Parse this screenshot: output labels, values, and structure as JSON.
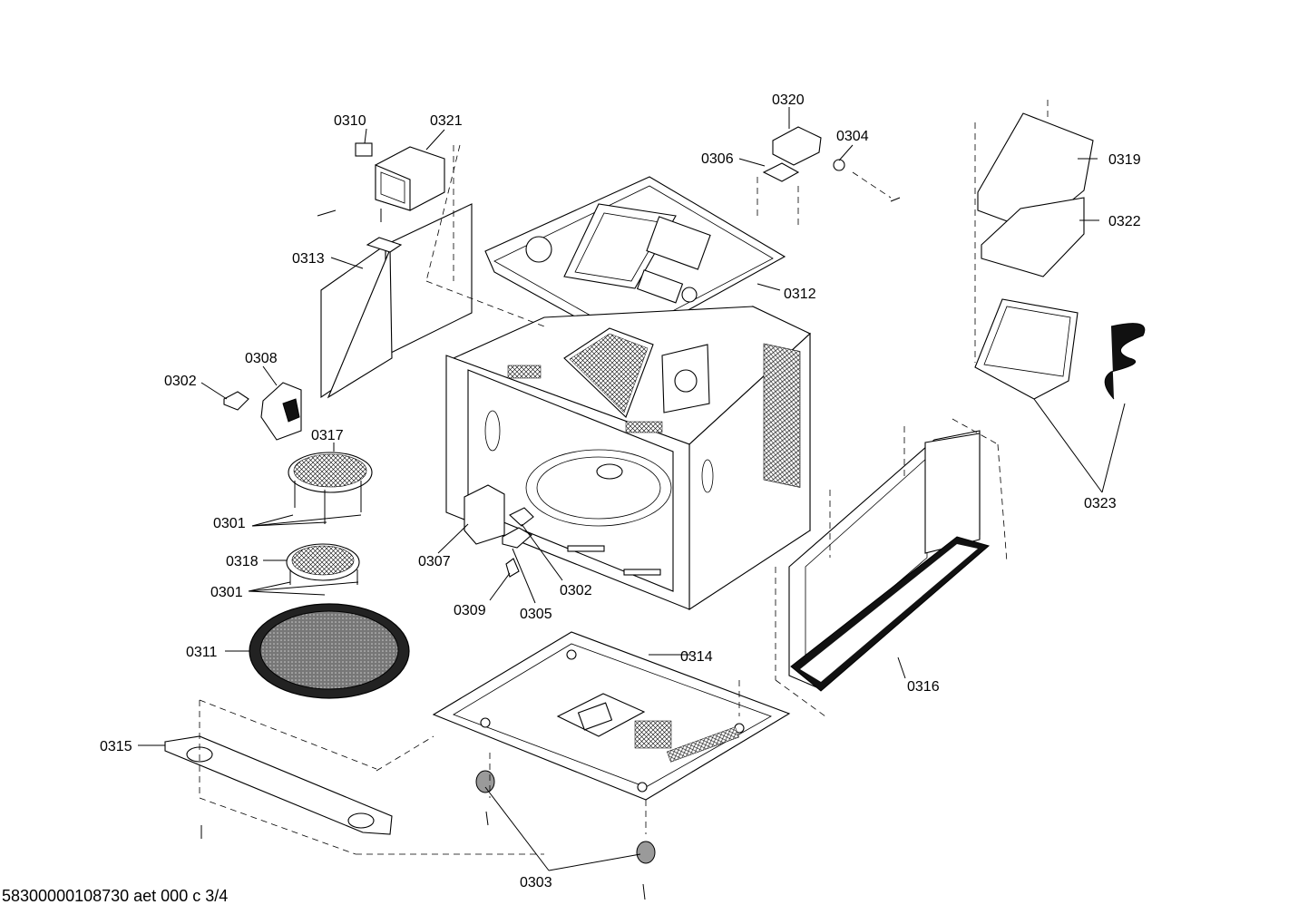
{
  "diagram": {
    "callouts": [
      {
        "id": "0310",
        "label": "0310"
      },
      {
        "id": "0321",
        "label": "0321"
      },
      {
        "id": "0320",
        "label": "0320"
      },
      {
        "id": "0304",
        "label": "0304"
      },
      {
        "id": "0306",
        "label": "0306"
      },
      {
        "id": "0319",
        "label": "0319"
      },
      {
        "id": "0322",
        "label": "0322"
      },
      {
        "id": "0313",
        "label": "0313"
      },
      {
        "id": "0312",
        "label": "0312"
      },
      {
        "id": "0308",
        "label": "0308"
      },
      {
        "id": "0302a",
        "label": "0302"
      },
      {
        "id": "0317",
        "label": "0317"
      },
      {
        "id": "0301a",
        "label": "0301"
      },
      {
        "id": "0318",
        "label": "0318"
      },
      {
        "id": "0301b",
        "label": "0301"
      },
      {
        "id": "0307",
        "label": "0307"
      },
      {
        "id": "0302b",
        "label": "0302"
      },
      {
        "id": "0309",
        "label": "0309"
      },
      {
        "id": "0305",
        "label": "0305"
      },
      {
        "id": "0323",
        "label": "0323"
      },
      {
        "id": "0311",
        "label": "0311"
      },
      {
        "id": "0314",
        "label": "0314"
      },
      {
        "id": "0316",
        "label": "0316"
      },
      {
        "id": "0315",
        "label": "0315"
      },
      {
        "id": "0303",
        "label": "0303"
      }
    ]
  },
  "footer": {
    "text": "58300000108730 aet 000 c 3/4"
  }
}
